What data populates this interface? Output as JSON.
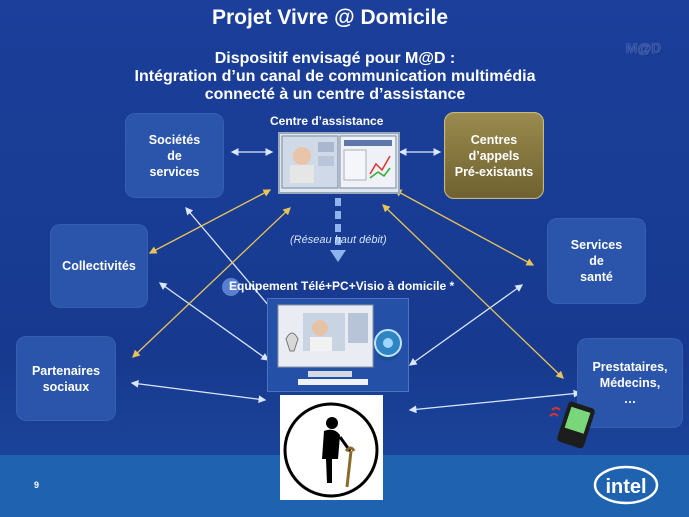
{
  "header": {
    "title": "Projet Vivre @ Domicile",
    "subtitle_line1": "Dispositif envisagé pour M@D :",
    "subtitle_line2": "Intégration d’un canal de communication multimédia",
    "subtitle_line3": "connecté à un centre d’assistance",
    "logo_text": "M@D"
  },
  "center": {
    "assistance_label": "Centre d’assistance",
    "network_label": "(Réseau haut débit)",
    "equipment_label": "Equipement Télé+PC+Visio à domicile *"
  },
  "boxes": {
    "societes": "Sociétés\nde\nservices",
    "centres": "Centres\nd’appels\nPré-existants",
    "collectivites": "Collectivités",
    "services_sante": "Services\nde\nsanté",
    "partenaires": "Partenaires\nsociaux",
    "prestataires": "Prestataires,\nMédecins,\n…"
  },
  "footer": {
    "page_number": "9",
    "brand": "intel"
  },
  "colors": {
    "background": "#1b3f9a",
    "box": "#2a55aa",
    "gold_box": "#8a7b42",
    "arrow_white": "#dbe6ff",
    "arrow_gold": "#e8c35a",
    "footer_band": "#1f63b0"
  }
}
